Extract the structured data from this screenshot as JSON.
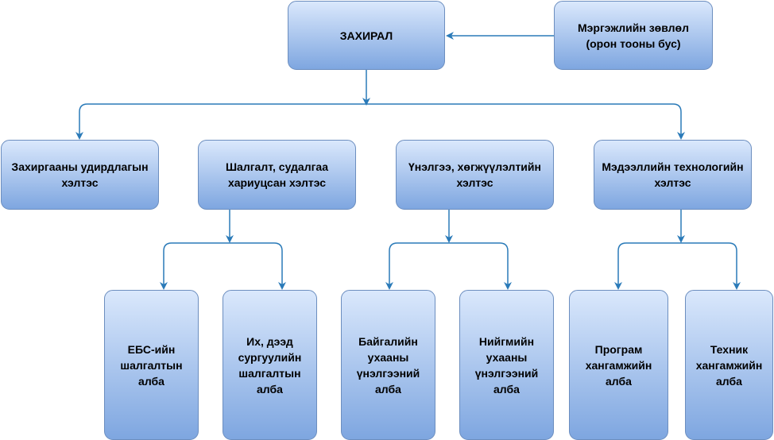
{
  "nodes": {
    "director": "ЗАХИРАЛ",
    "advisory": "Мэргэжлийн зөвлөл\n(орон тооны бус)",
    "admin": "Захиргааны удирдлагын\nхэлтэс",
    "testing": "Шалгалт, судалгаа\nхариуцсан хэлтэс",
    "assessment": "Үнэлгээ, хөгжүүлэлтийн\nхэлтэс",
    "it": "Мэдээллийн технологийн\nхэлтэс",
    "ebs_unit": "ЕБС-ийн\nшалгалтын алба",
    "higher_ed_unit": "Их, дээд\nсургуулийн\nшалгалтын\nалба",
    "natural_sci_unit": "Байгалийн\nухааны\nүнэлгээний\nалба",
    "social_sci_unit": "Нийгмийн\nухааны\nүнэлгээний\nалба",
    "software_unit": "Програм\nхангамжийн\nалба",
    "hardware_unit": "Техник\nхангамжийн\nалба"
  },
  "colors": {
    "box_border": "#6c8ebf",
    "box_top": "#dae8fc",
    "box_bottom": "#7ea6e0",
    "connector": "#2a7ab8"
  }
}
